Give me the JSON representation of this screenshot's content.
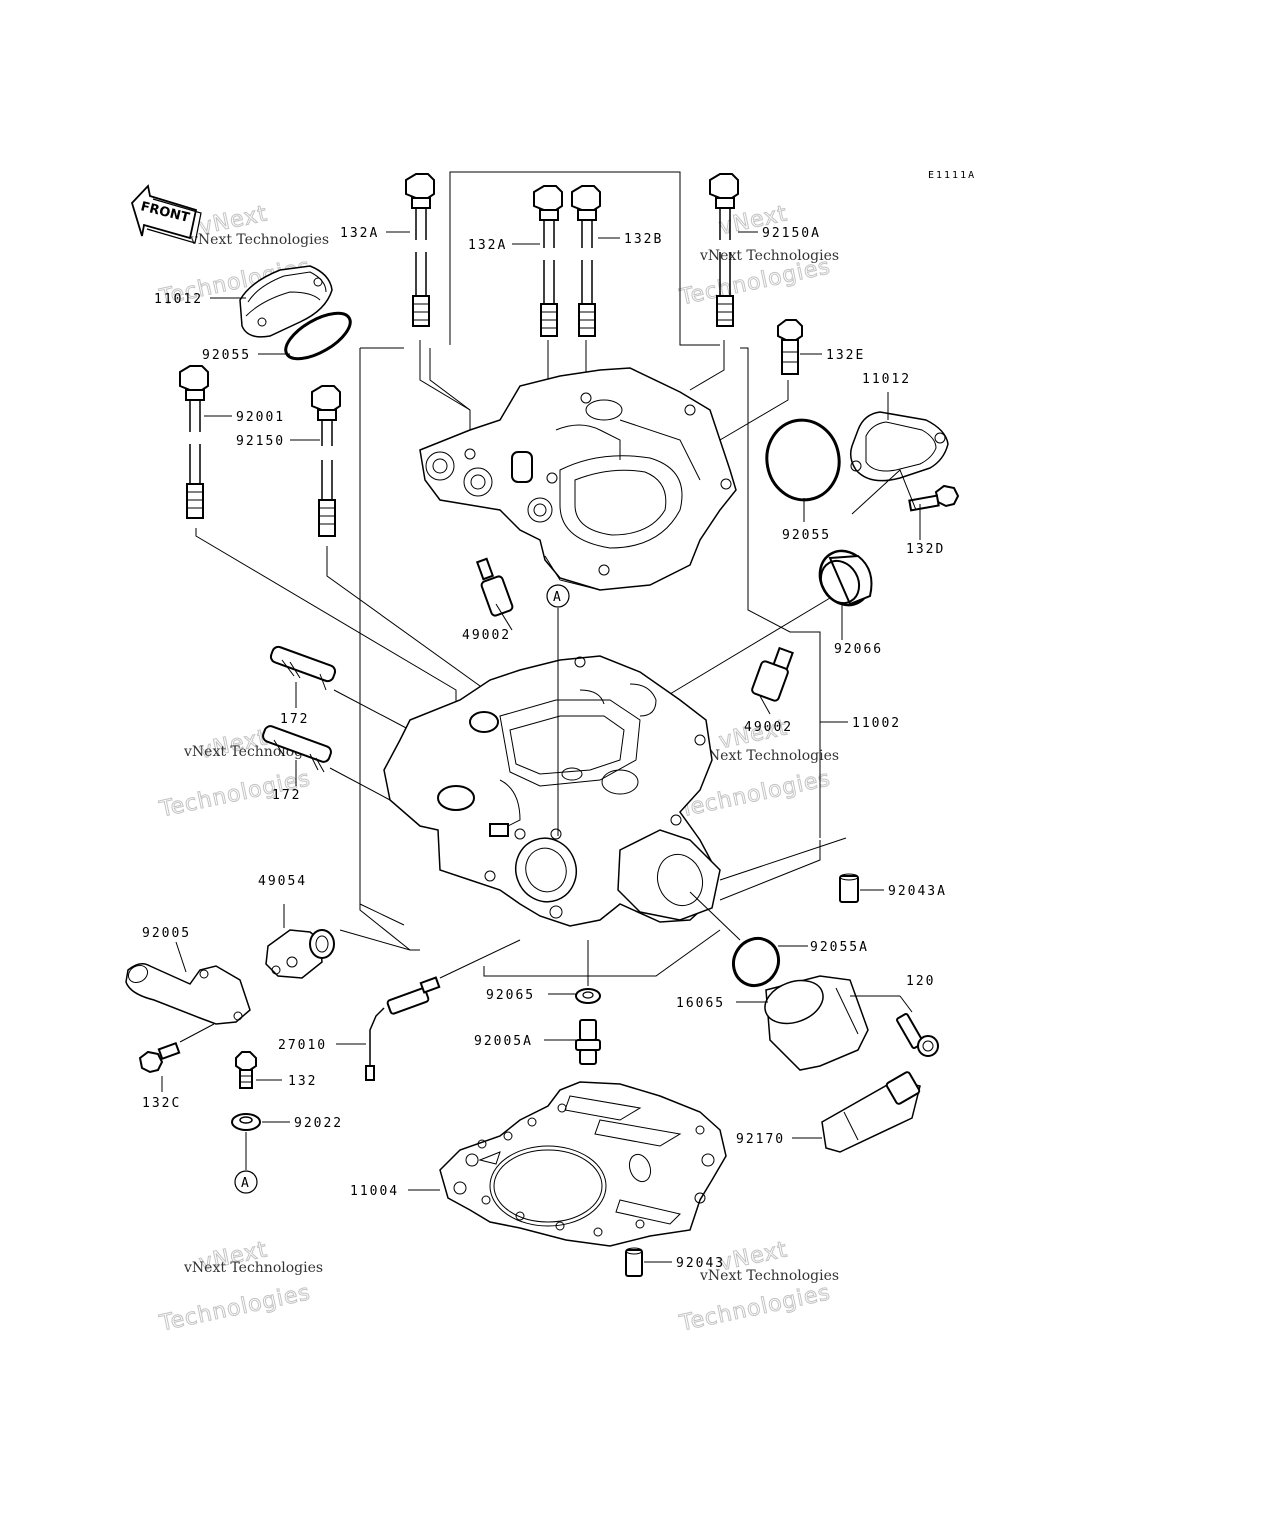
{
  "diagram": {
    "code": "E1111A",
    "front_label": "FRONT",
    "callouts": {
      "l132a_1": "132A",
      "l132a_2": "132A",
      "l132b": "132B",
      "l92150a": "92150A",
      "l132e": "132E",
      "l11012_top": "11012",
      "l11012_right": "11012",
      "l92055_left": "92055",
      "l92055_right": "92055",
      "l92001": "92001",
      "l92150": "92150",
      "l132d": "132D",
      "l49002_left": "49002",
      "l49002_right": "49002",
      "l92066": "92066",
      "l172_top": "172",
      "l172_bottom": "172",
      "l11002": "11002",
      "l49054": "49054",
      "l92043a": "92043A",
      "l92005": "92005",
      "l92055a": "92055A",
      "l120": "120",
      "l92065": "92065",
      "l16065": "16065",
      "l27010": "27010",
      "l92005a": "92005A",
      "l132": "132",
      "l132c": "132C",
      "l92022": "92022",
      "l92170": "92170",
      "l11004": "11004",
      "l92043": "92043",
      "ref_a_top": "A",
      "ref_a_bottom": "A"
    },
    "watermark": {
      "line1": "vNext",
      "line2": "vNext Technologies",
      "line3": "Technologies"
    }
  }
}
